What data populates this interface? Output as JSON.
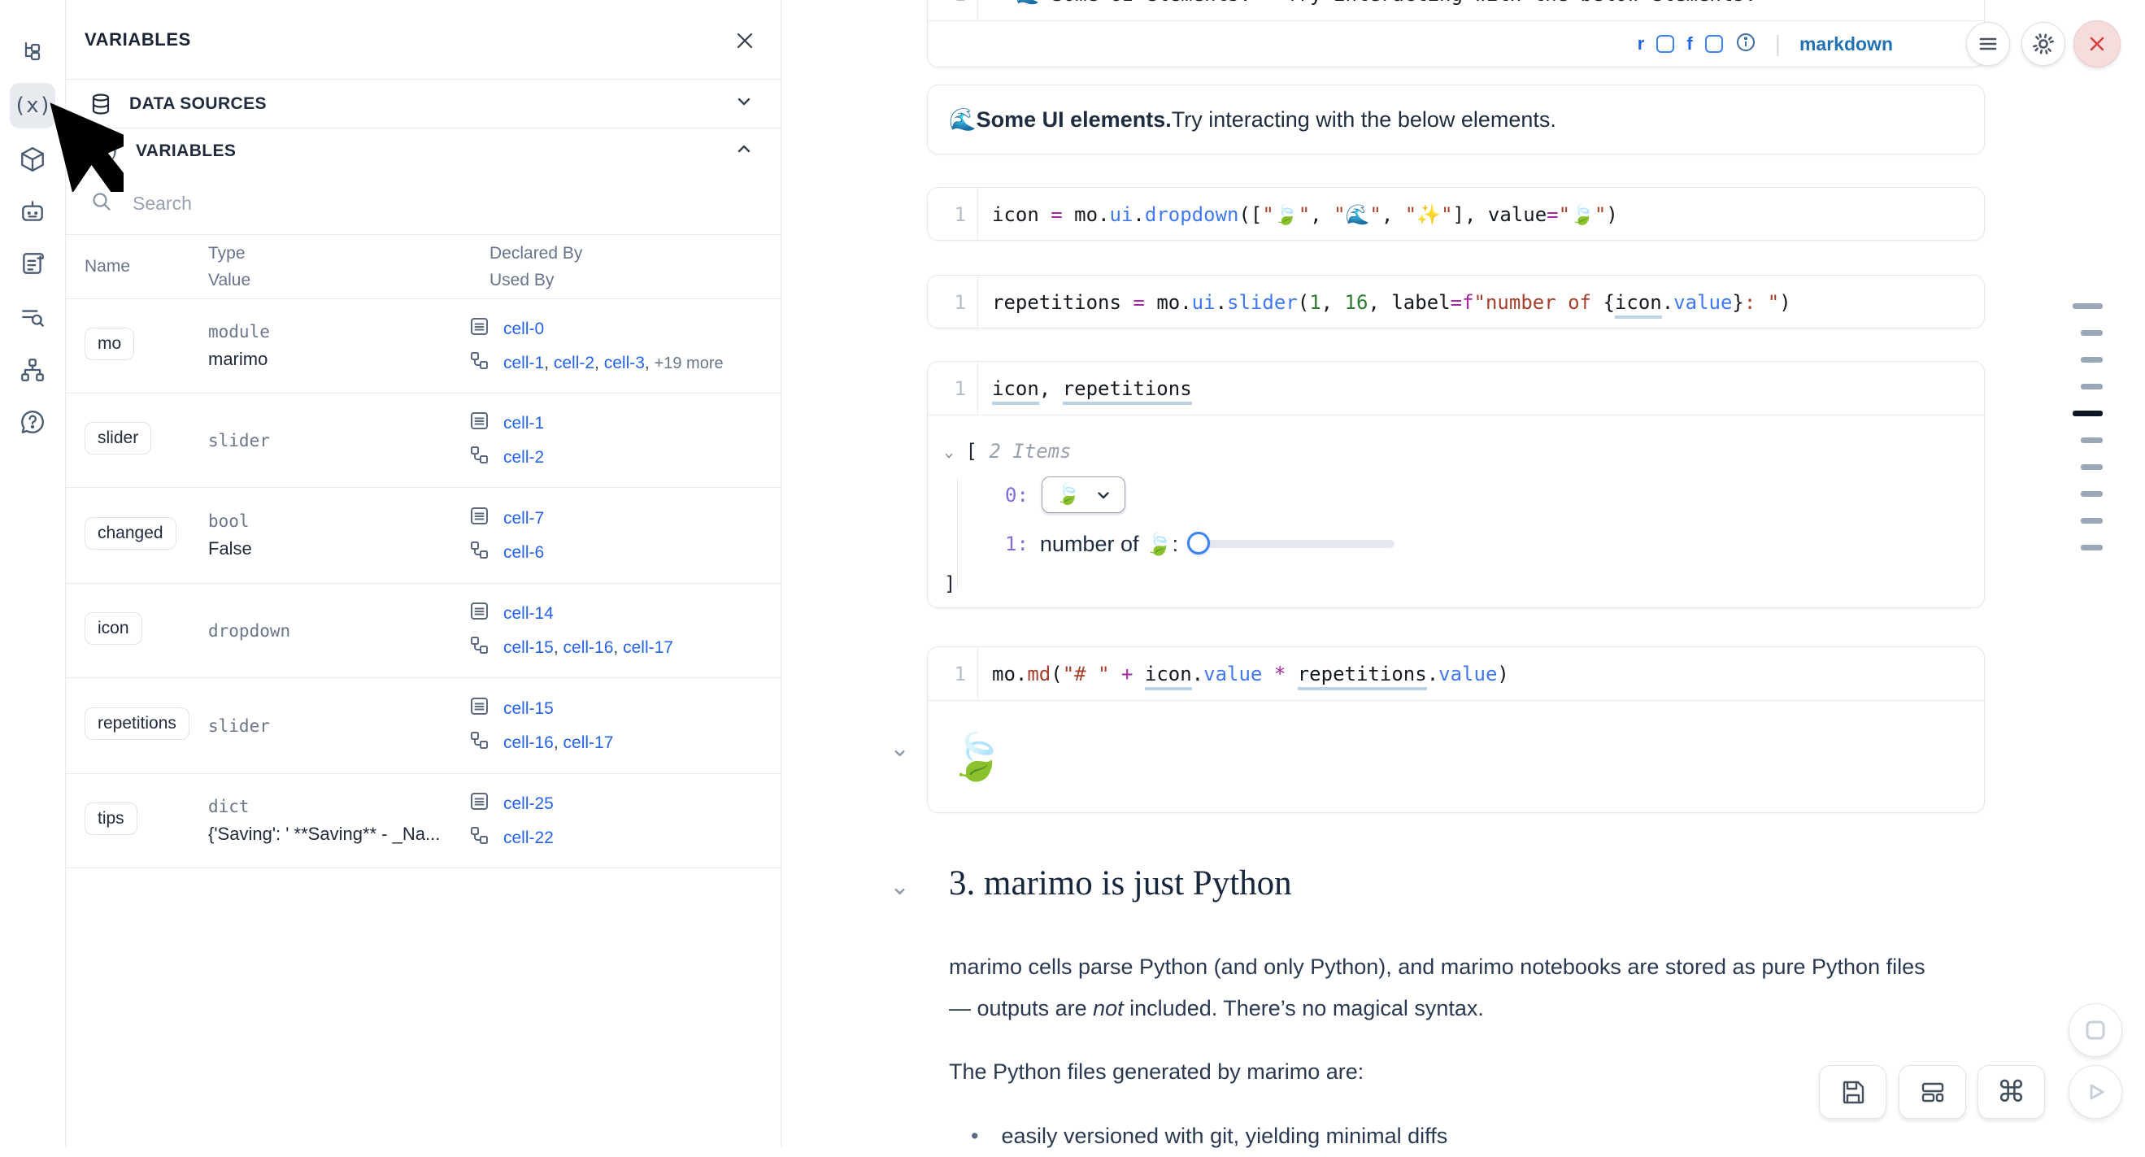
{
  "ui": {
    "link_blue": "#2563eb",
    "close_red": "#d2403a",
    "close_bg": "#f6dcdc",
    "accent_purple": "#a626a4",
    "function_blue": "#4078f2",
    "string_red": "#a5402d"
  },
  "sidebar": {
    "icons": [
      "file-tree-icon",
      "variables-icon",
      "package-icon",
      "ai-chat-icon",
      "scratchpad-icon",
      "logs-icon",
      "dependencies-icon",
      "help-icon"
    ],
    "active_icon": "variables-icon",
    "variables_glyph": "(x)"
  },
  "panel": {
    "title": "VARIABLES",
    "sections": {
      "data_sources": "DATA SOURCES",
      "variables": "VARIABLES"
    },
    "search_placeholder": "Search",
    "table": {
      "headers": {
        "name": "Name",
        "type": "Type",
        "value": "Value",
        "declared": "Declared By",
        "used": "Used By"
      },
      "rows": [
        {
          "name": "mo",
          "type": "module",
          "value": "marimo",
          "declared": [
            "cell-0"
          ],
          "used": [
            "cell-1",
            "cell-2",
            "cell-3"
          ],
          "used_more": "+19 more"
        },
        {
          "name": "slider",
          "type": "slider",
          "value": "",
          "declared": [
            "cell-1"
          ],
          "used": [
            "cell-2"
          ],
          "used_more": ""
        },
        {
          "name": "changed",
          "type": "bool",
          "value": "False",
          "declared": [
            "cell-7"
          ],
          "used": [
            "cell-6"
          ],
          "used_more": ""
        },
        {
          "name": "icon",
          "type": "dropdown",
          "value": "",
          "declared": [
            "cell-14"
          ],
          "used": [
            "cell-15",
            "cell-16",
            "cell-17"
          ],
          "used_more": ""
        },
        {
          "name": "repetitions",
          "type": "slider",
          "value": "",
          "declared": [
            "cell-15"
          ],
          "used": [
            "cell-16",
            "cell-17"
          ],
          "used_more": ""
        },
        {
          "name": "tips",
          "type": "dict",
          "value": "{'Saving': ' **Saving** - _Na...",
          "declared": [
            "cell-25"
          ],
          "used": [
            "cell-22"
          ],
          "used_more": ""
        }
      ]
    }
  },
  "notebook": {
    "top_editor": {
      "line_no": "1",
      "code": [
        [
          "**🌊 Some UI elements.** Try interacting with the below elements.",
          "v"
        ]
      ],
      "footer": {
        "r": "r",
        "f": "f",
        "lang": "markdown"
      }
    },
    "md_output": [
      {
        "t": "🌊 "
      },
      {
        "t": "Some UI elements.",
        "b": true
      },
      {
        "t": " Try interacting with the below elements."
      }
    ],
    "cells": [
      {
        "line_no": "1",
        "code": [
          [
            "icon",
            "v"
          ],
          [
            " ",
            "v"
          ],
          [
            "=",
            "op"
          ],
          [
            " ",
            "v"
          ],
          [
            "mo",
            "v"
          ],
          [
            ".",
            "v"
          ],
          [
            "ui",
            "fn"
          ],
          [
            ".",
            "v"
          ],
          [
            "dropdown",
            "fn"
          ],
          [
            "([",
            "v"
          ],
          [
            "\"🍃\"",
            "str"
          ],
          [
            ", ",
            "v"
          ],
          [
            "\"🌊\"",
            "str"
          ],
          [
            ", ",
            "v"
          ],
          [
            "\"✨\"",
            "str"
          ],
          [
            "], ",
            "v"
          ],
          [
            "value",
            "v"
          ],
          [
            "=",
            "op"
          ],
          [
            "\"🍃\"",
            "str"
          ],
          [
            ")",
            "v"
          ]
        ]
      },
      {
        "line_no": "1",
        "code": [
          [
            "repetitions",
            "v"
          ],
          [
            " ",
            "v"
          ],
          [
            "=",
            "op"
          ],
          [
            " ",
            "v"
          ],
          [
            "mo",
            "v"
          ],
          [
            ".",
            "v"
          ],
          [
            "ui",
            "fn"
          ],
          [
            ".",
            "v"
          ],
          [
            "slider",
            "fn"
          ],
          [
            "(",
            "v"
          ],
          [
            "1",
            "num"
          ],
          [
            ", ",
            "v"
          ],
          [
            "16",
            "num"
          ],
          [
            ", ",
            "v"
          ],
          [
            "label",
            "v"
          ],
          [
            "=",
            "op"
          ],
          [
            "f",
            "op"
          ],
          [
            "\"number of ",
            "str"
          ],
          [
            "{",
            "v"
          ],
          [
            "icon",
            "und"
          ],
          [
            ".",
            "v"
          ],
          [
            "value",
            "fn"
          ],
          [
            "}",
            "v"
          ],
          [
            ": \"",
            "str"
          ],
          [
            ")",
            "v"
          ]
        ]
      },
      {
        "line_no": "1",
        "code": [
          [
            "icon",
            "und"
          ],
          [
            ", ",
            "v"
          ],
          [
            "repetitions",
            "und"
          ]
        ]
      },
      {
        "line_no": "1",
        "code": [
          [
            "mo",
            "v"
          ],
          [
            ".",
            "v"
          ],
          [
            "md",
            "str"
          ],
          [
            "(",
            "v"
          ],
          [
            "\"# \"",
            "str"
          ],
          [
            " ",
            "v"
          ],
          [
            "+",
            "op"
          ],
          [
            " ",
            "v"
          ],
          [
            "icon",
            "und"
          ],
          [
            ".",
            "v"
          ],
          [
            "value",
            "fn"
          ],
          [
            " ",
            "v"
          ],
          [
            "*",
            "op"
          ],
          [
            " ",
            "v"
          ],
          [
            "repetitions",
            "und"
          ],
          [
            ".",
            "v"
          ],
          [
            "value",
            "fn"
          ],
          [
            ")",
            "v"
          ]
        ]
      }
    ],
    "tree": {
      "open": "[",
      "count": "2 Items",
      "close": "]",
      "i0": "0:",
      "i1": "1:",
      "dropdown_value": "🍃",
      "slider_label": "number of 🍃: "
    },
    "leaf_output": "🍃",
    "heading": "3. marimo is just Python",
    "para1_line1": "marimo cells parse Python (and only Python), and marimo notebooks are stored as pure Python files",
    "para1_line2": [
      {
        "t": "— outputs are "
      },
      {
        "t": "not",
        "i": true
      },
      {
        "t": " included. There’s no magical syntax."
      }
    ],
    "para2": "The Python files generated by marimo are:",
    "bullet1": "easily versioned with git, yielding minimal diffs"
  },
  "minimap": {
    "bars": [
      {
        "wide": true
      },
      {},
      {},
      {},
      {
        "wide": true,
        "active": true
      },
      {},
      {},
      {},
      {},
      {}
    ]
  }
}
